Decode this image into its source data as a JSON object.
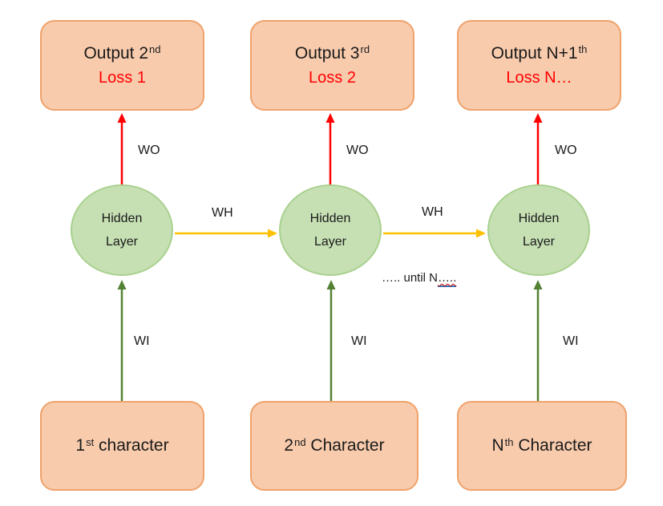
{
  "diagram": {
    "columns": [
      {
        "output_text": "Output 2",
        "output_sup": "nd",
        "loss_text": "Loss 1",
        "hidden_line1": "Hidden",
        "hidden_line2": "Layer",
        "input_text": "1",
        "input_sup": "st",
        "input_rest": " character",
        "wo_label": "WO",
        "wi_label": "WI"
      },
      {
        "output_text": "Output 3",
        "output_sup": "rd",
        "loss_text": "Loss 2",
        "hidden_line1": "Hidden",
        "hidden_line2": "Layer",
        "input_text": "2",
        "input_sup": "nd",
        "input_rest": " Character",
        "wo_label": "WO",
        "wi_label": "WI"
      },
      {
        "output_text": "Output N+1",
        "output_sup": "th",
        "loss_text": "Loss N…",
        "hidden_line1": "Hidden",
        "hidden_line2": "Layer",
        "input_text": "N",
        "input_sup": "th",
        "input_rest": " Character",
        "wo_label": "WO",
        "wi_label": "WI"
      }
    ],
    "wh_labels": [
      "WH",
      "WH"
    ],
    "until": {
      "prefix": "….. until N",
      "dots": "….."
    },
    "colors": {
      "box_fill": "#F8CBAD",
      "box_border": "#EFA26B",
      "circle_fill": "#C6E0B4",
      "circle_border": "#A9D18E",
      "arrow_red": "#FF0000",
      "arrow_yellow": "#FFC000",
      "arrow_green": "#548235",
      "loss_text_color": "#FF0000",
      "grammar_underline_blue": "#2E75B6"
    }
  }
}
